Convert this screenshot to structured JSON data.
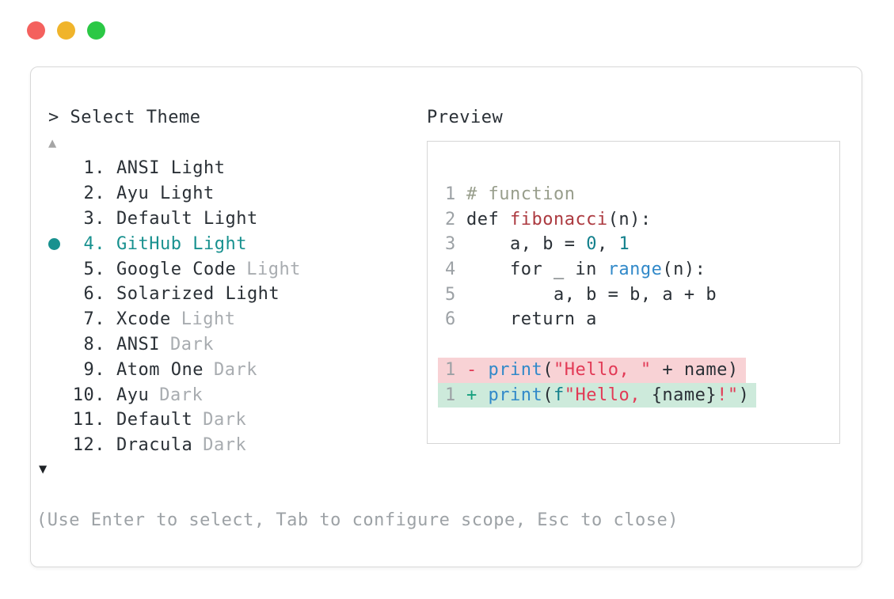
{
  "window": {
    "controls": [
      {
        "id": "close",
        "color": "#f4615e"
      },
      {
        "id": "minimize",
        "color": "#f0b42b"
      },
      {
        "id": "zoom",
        "color": "#2bc845"
      }
    ]
  },
  "dialog": {
    "prompt_caret": "> ",
    "title": "Select Theme",
    "scroll_up": "▲",
    "scroll_down": "▼",
    "hint": "(Use Enter to select, Tab to configure scope, Esc to close)"
  },
  "theme_list": {
    "items": [
      {
        "num": "1.",
        "name": "ANSI Light",
        "suffix": "",
        "selected": false
      },
      {
        "num": "2.",
        "name": "Ayu Light",
        "suffix": "",
        "selected": false
      },
      {
        "num": "3.",
        "name": "Default Light",
        "suffix": "",
        "selected": false
      },
      {
        "num": "4.",
        "name": "GitHub Light",
        "suffix": "",
        "selected": true
      },
      {
        "num": "5.",
        "name": "Google Code",
        "suffix": "Light",
        "selected": false
      },
      {
        "num": "6.",
        "name": "Solarized Light",
        "suffix": "",
        "selected": false
      },
      {
        "num": "7.",
        "name": "Xcode",
        "suffix": "Light",
        "selected": false
      },
      {
        "num": "8.",
        "name": "ANSI",
        "suffix": "Dark",
        "selected": false
      },
      {
        "num": "9.",
        "name": "Atom One",
        "suffix": "Dark",
        "selected": false
      },
      {
        "num": "10.",
        "name": "Ayu",
        "suffix": "Dark",
        "selected": false
      },
      {
        "num": "11.",
        "name": "Default",
        "suffix": "Dark",
        "selected": false
      },
      {
        "num": "12.",
        "name": "Dracula",
        "suffix": "Dark",
        "selected": false
      }
    ]
  },
  "preview": {
    "title": "Preview",
    "code_lines": [
      {
        "ln": "1",
        "diff": "",
        "tokens": [
          [
            "comment",
            "# function"
          ]
        ]
      },
      {
        "ln": "2",
        "diff": "",
        "tokens": [
          [
            "plain",
            "def "
          ],
          [
            "func",
            "fibonacci"
          ],
          [
            "plain",
            "(n):"
          ]
        ]
      },
      {
        "ln": "3",
        "diff": "",
        "tokens": [
          [
            "plain",
            "    a, b = "
          ],
          [
            "number",
            "0"
          ],
          [
            "plain",
            ", "
          ],
          [
            "number",
            "1"
          ]
        ]
      },
      {
        "ln": "4",
        "diff": "",
        "tokens": [
          [
            "plain",
            "    for _ in "
          ],
          [
            "call",
            "range"
          ],
          [
            "plain",
            "(n):"
          ]
        ]
      },
      {
        "ln": "5",
        "diff": "",
        "tokens": [
          [
            "plain",
            "        a, b = b, a + b"
          ]
        ]
      },
      {
        "ln": "6",
        "diff": "",
        "tokens": [
          [
            "plain",
            "    return a"
          ]
        ]
      },
      {
        "ln": "",
        "diff": "",
        "tokens": []
      },
      {
        "ln": "1",
        "diff": "del",
        "tokens": [
          [
            "del-sign",
            "- "
          ],
          [
            "call",
            "print"
          ],
          [
            "plain",
            "("
          ],
          [
            "string",
            "\"Hello, \""
          ],
          [
            "plain",
            " + name)"
          ]
        ]
      },
      {
        "ln": "1",
        "diff": "add",
        "tokens": [
          [
            "add-sign",
            "+ "
          ],
          [
            "call",
            "print"
          ],
          [
            "plain",
            "("
          ],
          [
            "fstring",
            "f"
          ],
          [
            "string",
            "\"Hello, "
          ],
          [
            "plain",
            "{name}"
          ],
          [
            "string",
            "!\""
          ],
          [
            "plain",
            ")"
          ]
        ]
      }
    ]
  },
  "colors": {
    "tl_red": "#f4615e",
    "tl_yellow": "#f0b42b",
    "tl_green": "#2bc845",
    "text": "#2a3036",
    "muted": "#a8acb0",
    "accent": "#18918f",
    "line_number": "#9ca1a5",
    "comment": "#989e8c",
    "function_red": "#ac3a40",
    "number_teal": "#12808c",
    "call_blue": "#3189c9",
    "string_crimson": "#e23a56",
    "plus_green": "#16a07e",
    "del_bg": "#f8d2d5",
    "add_bg": "#cdeadb",
    "panel_border": "#d8d8d8",
    "preview_border": "#d6d6d6",
    "hint": "#9da2a6",
    "scroll_up": "#a5a5a5",
    "scroll_down": "#1e2226"
  }
}
